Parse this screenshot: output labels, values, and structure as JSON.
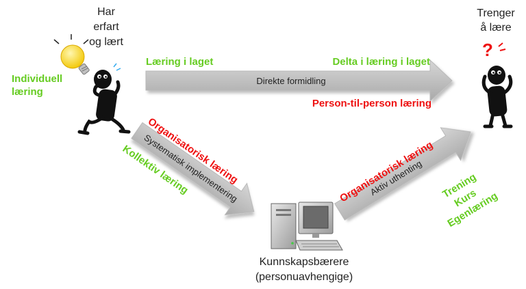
{
  "colors": {
    "green": "#66cc22",
    "red": "#ee1111",
    "arrow_fill": "#bdbdbd",
    "text": "#222222"
  },
  "left_person": {
    "caption_lines": [
      "Har",
      "erfart",
      "og lært"
    ],
    "label_lines": [
      "Individuell",
      "læring"
    ],
    "icon": "lightbulb-icon"
  },
  "right_person": {
    "caption_lines": [
      "Trenger",
      "å lære"
    ],
    "icon": "question-mark-icon"
  },
  "top_arrow": {
    "label": "Direkte formidling",
    "above_left": "Læring i laget",
    "above_right": "Delta i læring i laget",
    "below_right": "Person-til-person læring"
  },
  "down_arrow": {
    "label": "Systematisk implementering",
    "red_label": "Organisatorisk læring",
    "green_label": "Kollektiv læring"
  },
  "up_arrow": {
    "label": "Aktiv uthenting",
    "red_label": "Organisatorisk læring",
    "green_lines": [
      "Trening",
      "Kurs",
      "Egenlæring"
    ]
  },
  "computer": {
    "icon": "computer-icon",
    "caption_lines": [
      "Kunnskapsbærere",
      "(personuavhengige)"
    ]
  }
}
